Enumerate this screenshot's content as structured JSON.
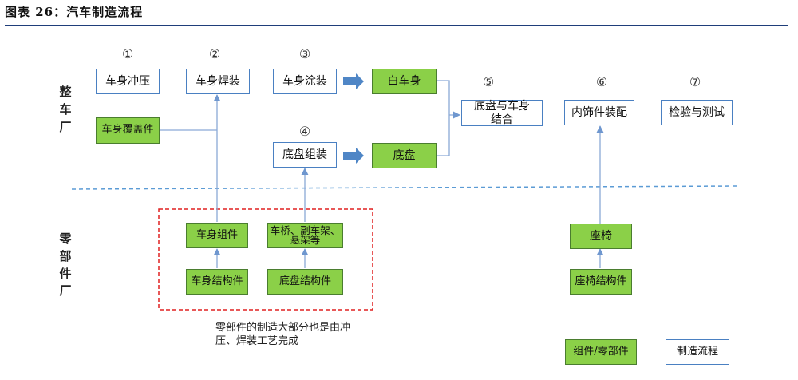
{
  "title": "图表 26：汽车制造流程",
  "side_labels": {
    "factory": "整车厂",
    "parts_factory": "零部件厂"
  },
  "step_numbers": [
    "①",
    "②",
    "③",
    "④",
    "⑤",
    "⑥",
    "⑦"
  ],
  "process_boxes": {
    "stamping": "车身冲压",
    "welding": "车身焊装",
    "painting": "车身涂装",
    "chassis_assembly": "底盘组装",
    "body_chassis_line1": "底盘与车身",
    "body_chassis_line2": "结合",
    "interior": "内饰件装配",
    "inspection": "检验与测试"
  },
  "part_boxes": {
    "white_body": "白车身",
    "chassis": "底盘",
    "body_panels": "车身覆盖件",
    "body_components": "车身组件",
    "axle_line1": "车桥、副车架、",
    "axle_line2": "悬架等",
    "body_structure": "车身结构件",
    "chassis_structure": "底盘结构件",
    "seat": "座椅",
    "seat_structure": "座椅结构件"
  },
  "note": "零部件的制造大部分也是由冲压、焊装工艺完成",
  "legend": {
    "parts": "组件/零部件",
    "process": "制造流程"
  },
  "colors": {
    "part_fill": "#8bd048",
    "process_border": "#4a80c2",
    "connector": "#8aa9d6",
    "block_arrow": "#4f86c6",
    "highlight_frame": "#e02020",
    "divider": "#5b9bd5"
  }
}
